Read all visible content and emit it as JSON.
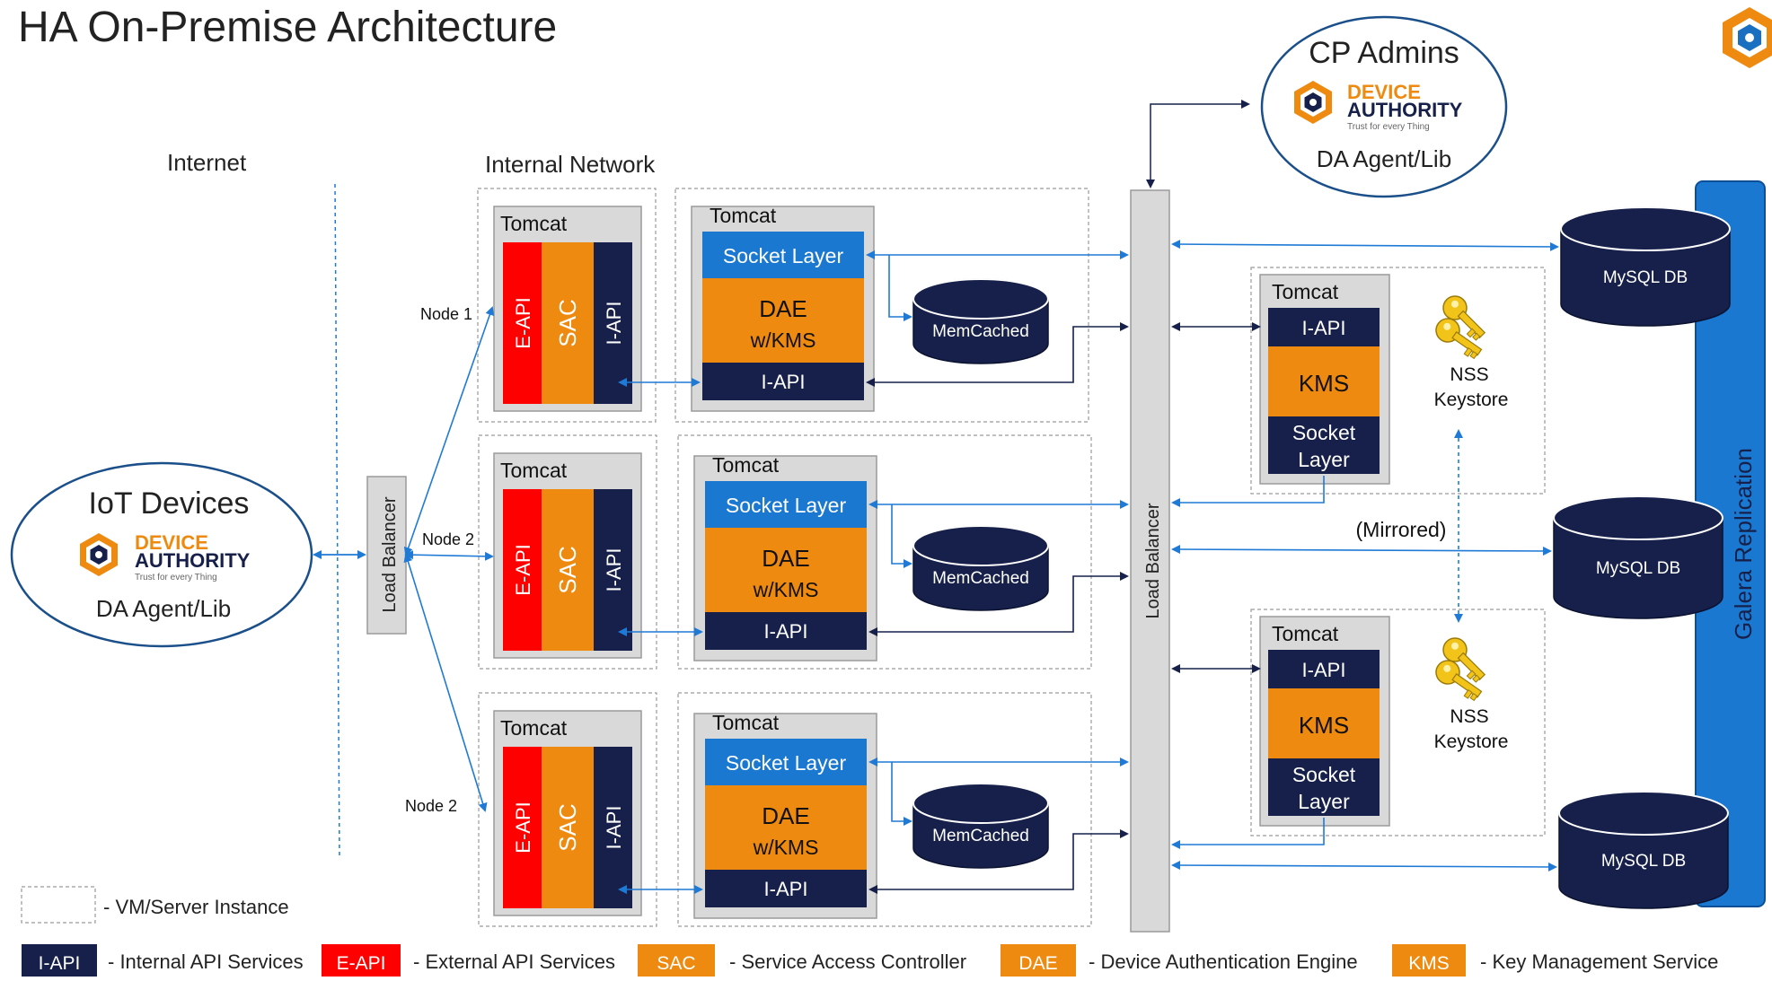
{
  "title": "HA On-Premise Architecture",
  "zones": {
    "internet": "Internet",
    "internal": "Internal Network"
  },
  "iot": {
    "title": "IoT Devices",
    "logo_main": "DEVICE",
    "logo_sub": "AUTHORITY",
    "logo_tag": "Trust for every Thing",
    "agent": "DA Agent/Lib"
  },
  "cp": {
    "title": "CP Admins",
    "logo_main": "DEVICE",
    "logo_sub": "AUTHORITY",
    "logo_tag": "Trust for every Thing",
    "agent": "DA Agent/Lib"
  },
  "lb_left": "Load Balancer",
  "lb_center": "Load Balancer",
  "nodes": [
    {
      "label": "Node 1",
      "tomcat": "Tomcat",
      "eapi": "E-API",
      "sac": "SAC",
      "iapi": "I-API",
      "dae": {
        "tomcat": "Tomcat",
        "socket": "Socket Layer",
        "dae1": "DAE",
        "dae2": "w/KMS",
        "iapi": "I-API"
      },
      "memcached": "MemCached"
    },
    {
      "label": "Node 2",
      "tomcat": "Tomcat",
      "eapi": "E-API",
      "sac": "SAC",
      "iapi": "I-API",
      "dae": {
        "tomcat": "Tomcat",
        "socket": "Socket Layer",
        "dae1": "DAE",
        "dae2": "w/KMS",
        "iapi": "I-API"
      },
      "memcached": "MemCached"
    },
    {
      "label": "Node 2",
      "tomcat": "Tomcat",
      "eapi": "E-API",
      "sac": "SAC",
      "iapi": "I-API",
      "dae": {
        "tomcat": "Tomcat",
        "socket": "Socket Layer",
        "dae1": "DAE",
        "dae2": "w/KMS",
        "iapi": "I-API"
      },
      "memcached": "MemCached"
    }
  ],
  "kms_nodes": [
    {
      "tomcat": "Tomcat",
      "iapi": "I-API",
      "kms": "KMS",
      "socket1": "Socket",
      "socket2": "Layer",
      "nss1": "NSS",
      "nss2": "Keystore"
    },
    {
      "tomcat": "Tomcat",
      "iapi": "I-API",
      "kms": "KMS",
      "socket1": "Socket",
      "socket2": "Layer",
      "nss1": "NSS",
      "nss2": "Keystore"
    }
  ],
  "mirrored": "(Mirrored)",
  "dbs": [
    "MySQL DB",
    "MySQL DB",
    "MySQL DB"
  ],
  "galera": "Galera Replication",
  "legend": {
    "vm": "- VM/Server Instance",
    "items": [
      {
        "tag": "I-API",
        "desc": "- Internal API Services",
        "color": "#16204a"
      },
      {
        "tag": "E-API",
        "desc": "- External API Services",
        "color": "#ff0000"
      },
      {
        "tag": "SAC",
        "desc": "- Service Access Controller",
        "color": "#ee8a10"
      },
      {
        "tag": "DAE",
        "desc": "- Device Authentication Engine",
        "color": "#ee8a10"
      },
      {
        "tag": "KMS",
        "desc": "- Key Management Service",
        "color": "#ee8a10"
      }
    ]
  },
  "colors": {
    "navy": "#16204a",
    "red": "#ff0000",
    "orange": "#ee8a10",
    "blue": "#1a78d0",
    "grey": "#d9d9d9",
    "arrow": "#1f7ad6"
  }
}
